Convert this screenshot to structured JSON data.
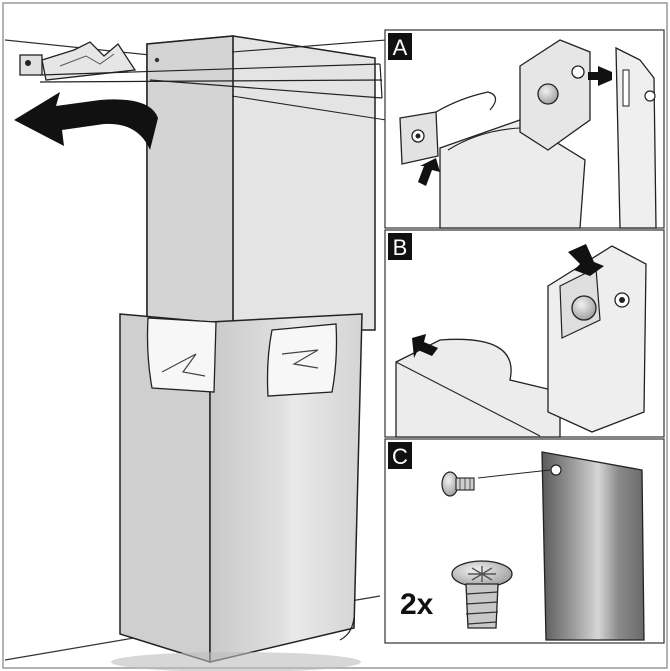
{
  "panels": [
    {
      "letter": "A"
    },
    {
      "letter": "B"
    },
    {
      "letter": "C"
    }
  ],
  "screw_quantity": "2x",
  "colors": {
    "line": "#1a1a1a",
    "duct_light": "#e8e8e8",
    "duct_mid": "#d2d2d2",
    "duct_dark": "#bcbcbc",
    "arrow": "#111111",
    "panel_letter_bg": "#111111",
    "border": "#999999"
  },
  "icons": [
    "curved-left-arrow-icon",
    "push-arrow-icon",
    "screw-icon"
  ]
}
